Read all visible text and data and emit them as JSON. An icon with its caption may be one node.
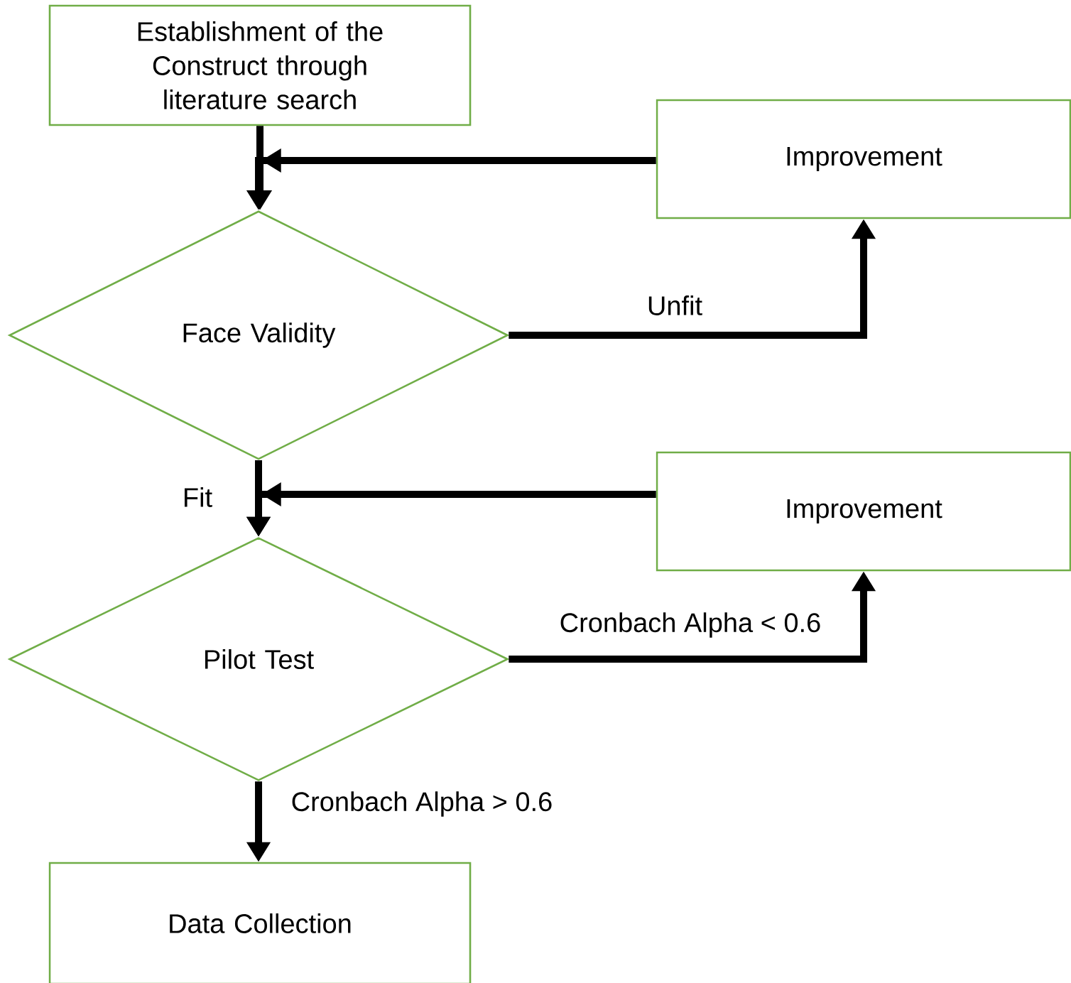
{
  "diagram": {
    "nodes": [
      {
        "text": [
          "Establishment of the Construct through literature search"
        ]
      },
      {
        "text": [
          "Improvement"
        ]
      },
      {
        "text": [
          "Face Validity"
        ]
      },
      {
        "text": [
          "Improvement"
        ]
      },
      {
        "text": [
          "Pilot Test"
        ]
      },
      {
        "text": [
          "Data Collection"
        ]
      }
    ],
    "edges": [
      {
        "from": 0,
        "to": 2,
        "arrow": "to"
      },
      {
        "from": 1,
        "to": 2,
        "arrow": "to"
      },
      {
        "from": 2,
        "to": 1,
        "arrow": "to",
        "label": "Unfit"
      },
      {
        "from": 2,
        "to": 4,
        "arrow": "to",
        "label": "Fit"
      },
      {
        "from": 3,
        "to": 4,
        "arrow": "to"
      },
      {
        "from": 4,
        "to": 3,
        "arrow": "to",
        "label": "Cronbach Alpha < 0.6"
      },
      {
        "from": 4,
        "to": 5,
        "arrow": "to",
        "label": "Cronbach Alpha > 0.6"
      }
    ]
  }
}
